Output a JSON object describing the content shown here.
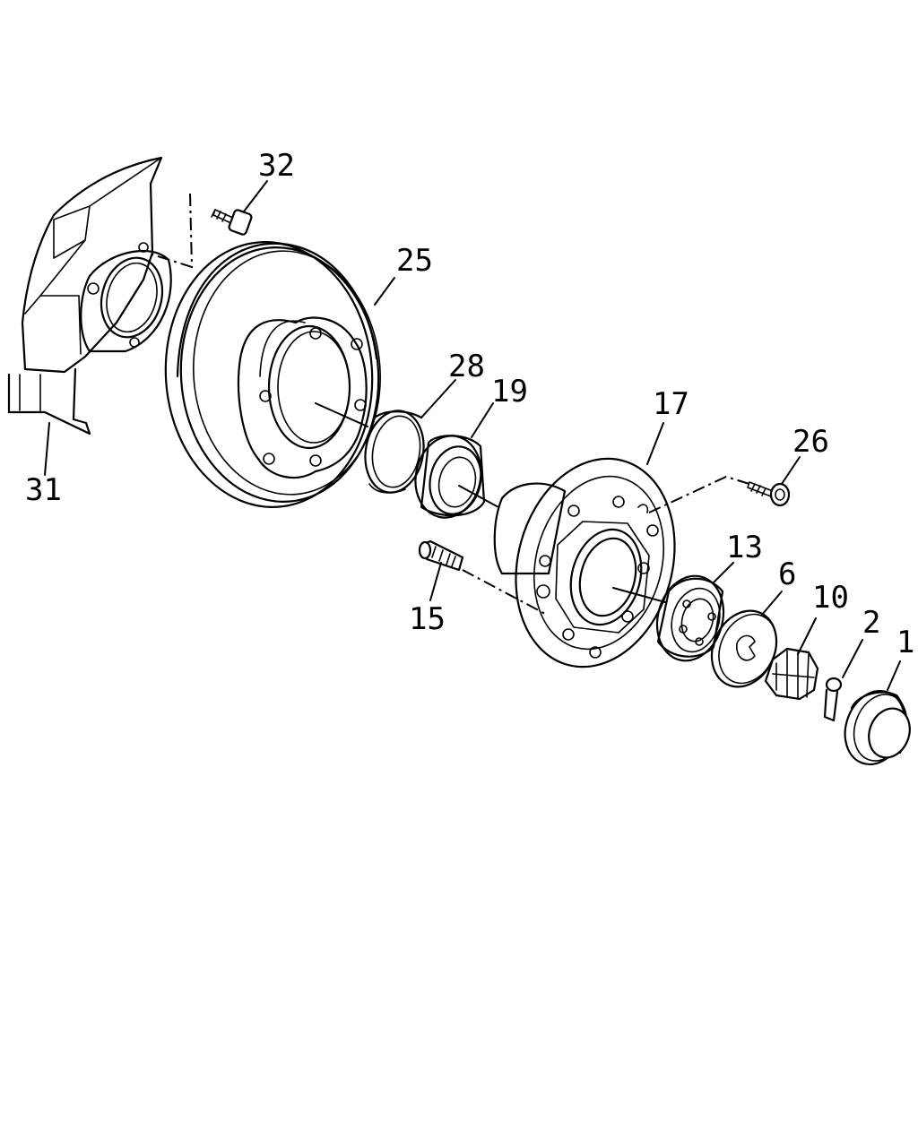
{
  "callouts": {
    "c1": "1",
    "c2": "2",
    "c6": "6",
    "c10": "10",
    "c13": "13",
    "c15": "15",
    "c17": "17",
    "c19": "19",
    "c25": "25",
    "c26": "26",
    "c28": "28",
    "c31": "31",
    "c32": "32"
  }
}
